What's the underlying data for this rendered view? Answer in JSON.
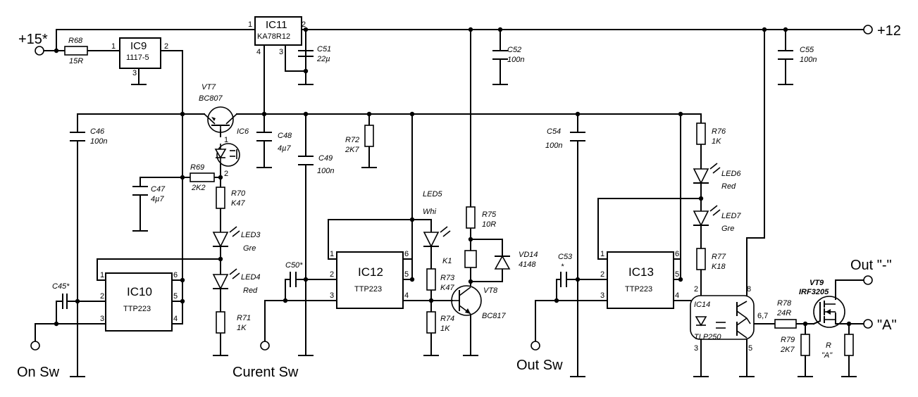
{
  "labels": {
    "plus15": "+15*",
    "plus12": "+12",
    "on_sw": "On Sw",
    "curent_sw": "Curent Sw",
    "out_sw": "Out Sw",
    "out_minus": "Out \"-\"",
    "out_a": "\"A\""
  },
  "ics": {
    "ic9": {
      "name": "IC9",
      "part": "1117-5"
    },
    "ic10": {
      "name": "IC10",
      "part": "TTP223"
    },
    "ic11": {
      "name": "IC11",
      "part": "KA78R12"
    },
    "ic12": {
      "name": "IC12",
      "part": "TTP223"
    },
    "ic13": {
      "name": "IC13",
      "part": "TTP223"
    },
    "ic14": {
      "name": "IC14",
      "part": "TLP250"
    },
    "ic6": {
      "name": "IC6"
    }
  },
  "resistors": {
    "r68": {
      "name": "R68",
      "value": "15R"
    },
    "r69": {
      "name": "R69",
      "value": "2K2"
    },
    "r70": {
      "name": "R70",
      "value": "K47"
    },
    "r71": {
      "name": "R71",
      "value": "1K"
    },
    "r72": {
      "name": "R72",
      "value": "2K7"
    },
    "r73": {
      "name": "R73",
      "value": "K47"
    },
    "r74": {
      "name": "R74",
      "value": "1K"
    },
    "r75": {
      "name": "R75",
      "value": "10R"
    },
    "r76": {
      "name": "R76",
      "value": "1K"
    },
    "r77": {
      "name": "R77",
      "value": "K18"
    },
    "r78": {
      "name": "R78",
      "value": "24R"
    },
    "r79": {
      "name": "R79",
      "value": "2K7"
    },
    "ra": {
      "name": "R",
      "value": "\"A\""
    }
  },
  "capacitors": {
    "c45": {
      "name": "C45*"
    },
    "c46": {
      "name": "C46",
      "value": "100n"
    },
    "c47": {
      "name": "C47",
      "value": "4µ7"
    },
    "c48": {
      "name": "C48",
      "value": "4µ7"
    },
    "c49": {
      "name": "C49",
      "value": "100n"
    },
    "c50": {
      "name": "C50*"
    },
    "c51": {
      "name": "C51",
      "value": "22µ"
    },
    "c52": {
      "name": "C52",
      "value": "100n"
    },
    "c53": {
      "name": "C53",
      "value": "*"
    },
    "c54": {
      "name": "C54",
      "value": "100n"
    },
    "c55": {
      "name": "C55",
      "value": "100n"
    }
  },
  "leds": {
    "led3": {
      "name": "LED3",
      "color": "Gre"
    },
    "led4": {
      "name": "LED4",
      "color": "Red"
    },
    "led5": {
      "name": "LED5",
      "color": "Whi"
    },
    "led6": {
      "name": "LED6",
      "color": "Red"
    },
    "led7": {
      "name": "LED7",
      "color": "Gre"
    }
  },
  "transistors": {
    "vt7": {
      "name": "VT7",
      "part": "BC807"
    },
    "vt8": {
      "name": "VT8",
      "part": "BC817"
    },
    "vt9": {
      "name": "VT9",
      "part": "IRF3205"
    }
  },
  "misc": {
    "vd14": {
      "name": "VD14",
      "part": "4148"
    },
    "k1": {
      "name": "K1"
    }
  },
  "pins": {
    "p1": "1",
    "p2": "2",
    "p3": "3",
    "p4": "4",
    "p5": "5",
    "p6": "6",
    "p8": "8",
    "p67": "6,7"
  }
}
